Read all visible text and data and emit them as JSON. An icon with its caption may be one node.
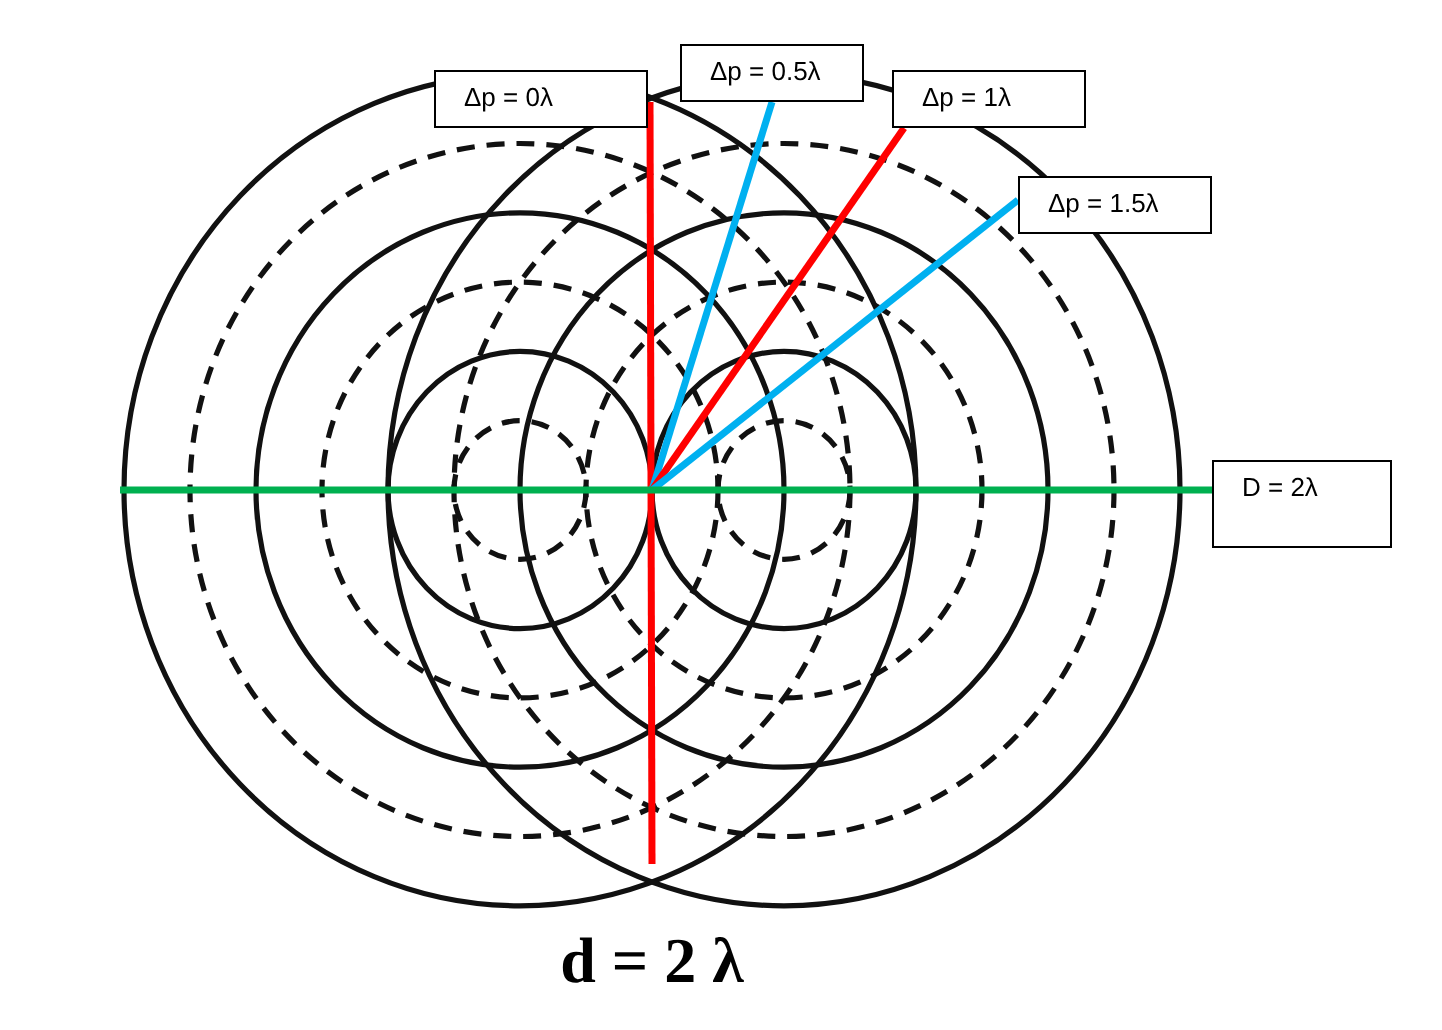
{
  "diagram": {
    "caption": "d = 2 λ",
    "nodes": [
      {
        "text": [
          "Δp = 0λ"
        ]
      },
      {
        "text": [
          "Δp = 0.5λ"
        ]
      },
      {
        "text": [
          "Δp = 1λ"
        ]
      },
      {
        "text": [
          "Δp = 1.5λ"
        ]
      },
      {
        "text": [
          "D = 2λ"
        ]
      }
    ],
    "edges": [
      {
        "from": null,
        "to": 0,
        "arrow": "none",
        "color": "#ff0000"
      },
      {
        "from": null,
        "to": 1,
        "arrow": "none",
        "color": "#00b0f0"
      },
      {
        "from": null,
        "to": 2,
        "arrow": "none",
        "color": "#ff0000"
      },
      {
        "from": null,
        "to": 3,
        "arrow": "none",
        "color": "#00b0f0"
      },
      {
        "from": null,
        "to": 4,
        "arrow": "none",
        "color": "#00b050"
      }
    ]
  }
}
